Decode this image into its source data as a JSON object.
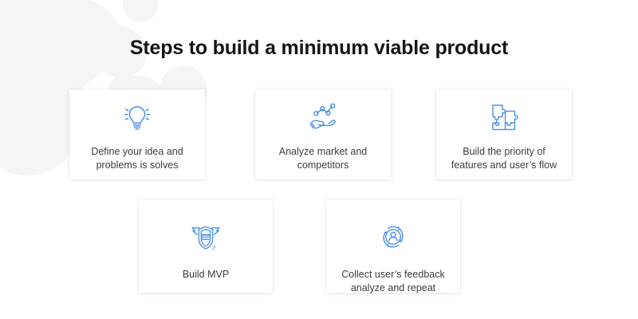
{
  "page": {
    "title": "Steps to build a minimum viable product",
    "background_color": "#ffffff",
    "accent_color": "#4a90e2",
    "text_color": "#3b3c40",
    "title_color": "#15161a",
    "decoration": "blob-pattern"
  },
  "steps": [
    {
      "id": "define-idea",
      "icon": "lightbulb-icon",
      "label": "Define your idea and problems is solves"
    },
    {
      "id": "analyze-market",
      "icon": "hand-analytics-icon",
      "label": "Analyze market and competitors"
    },
    {
      "id": "build-priority",
      "icon": "puzzle-pieces-icon",
      "label": "Build the priority of features and user’s flow"
    },
    {
      "id": "build-mvp",
      "icon": "winged-shield-mvp-icon",
      "label": "Build MVP",
      "icon_text": "MVP"
    },
    {
      "id": "collect-feedback",
      "icon": "user-feedback-loop-icon",
      "label": "Collect user’s feedback analyze and repeat"
    }
  ]
}
